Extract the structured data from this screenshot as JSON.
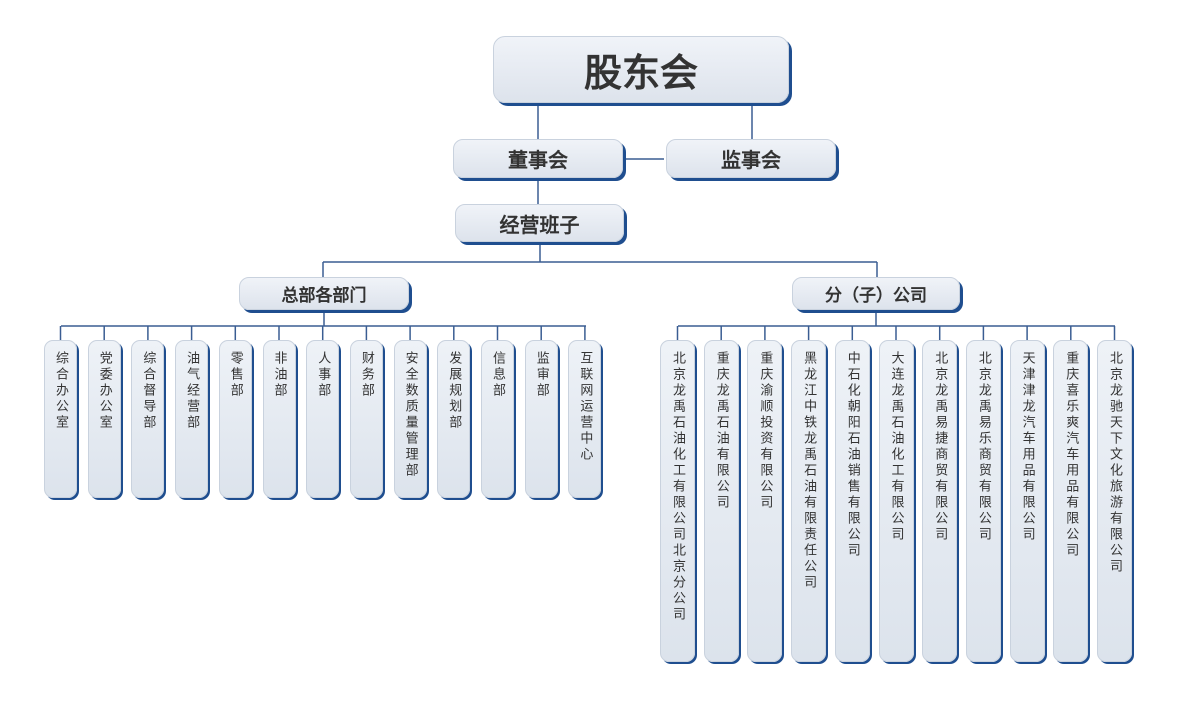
{
  "top": "股东会",
  "board": "董事会",
  "supervisory": "监事会",
  "management": "经营班子",
  "hq": {
    "title": "总部各部门",
    "departments": [
      "综合办公室",
      "党委办公室",
      "综合督导部",
      "油气经营部",
      "零售部",
      "非油部",
      "人事部",
      "财务部",
      "安全数质量管理部",
      "发展规划部",
      "信息部",
      "监审部",
      "互联网运营中心"
    ]
  },
  "branches": {
    "title": "分（子）公司",
    "companies": [
      "北京龙禹石油化工有限公司北京分公司",
      "重庆龙禹石油有限公司",
      "重庆渝顺投资有限公司",
      "黑龙江中铁龙禹石油有限责任公司",
      "中石化朝阳石油销售有限公司",
      "大连龙禹石油化工有限公司",
      "北京龙禹易捷商贸有限公司",
      "北京龙禹易乐商贸有限公司",
      "天津津龙汽车用品有限公司",
      "重庆喜乐爽汽车用品有限公司",
      "北京龙驰天下文化旅游有限公司"
    ]
  },
  "colors": {
    "line": "#3a5d92",
    "shadow": "#1f4e8f",
    "box": "#e4e9f0"
  }
}
